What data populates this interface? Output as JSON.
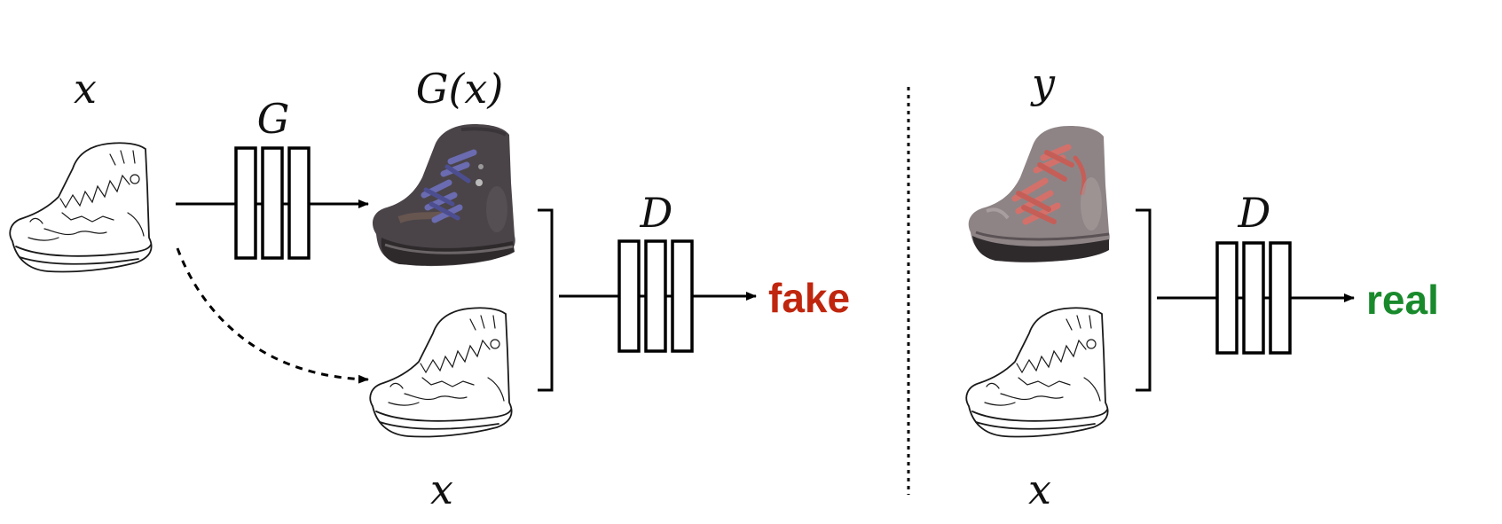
{
  "labels": {
    "input_x": "x",
    "generator": "G",
    "generated": "G(x)",
    "disc_left": "D",
    "input_x_bottom_left": "x",
    "target_y": "y",
    "disc_right": "D",
    "input_x_bottom_right": "x"
  },
  "outputs": {
    "fake": "fake",
    "real": "real"
  },
  "colors": {
    "fake": "#c0260e",
    "real": "#198a2c",
    "generated_shoe": "#4a4448",
    "real_shoe": "#8e8486",
    "laces_generated": "#6a6bb0",
    "laces_real": "#d4706a"
  },
  "icons": {
    "sketch": "shoe-sketch-icon",
    "generated_photo": "generated-shoe-icon",
    "real_photo": "real-shoe-icon"
  }
}
